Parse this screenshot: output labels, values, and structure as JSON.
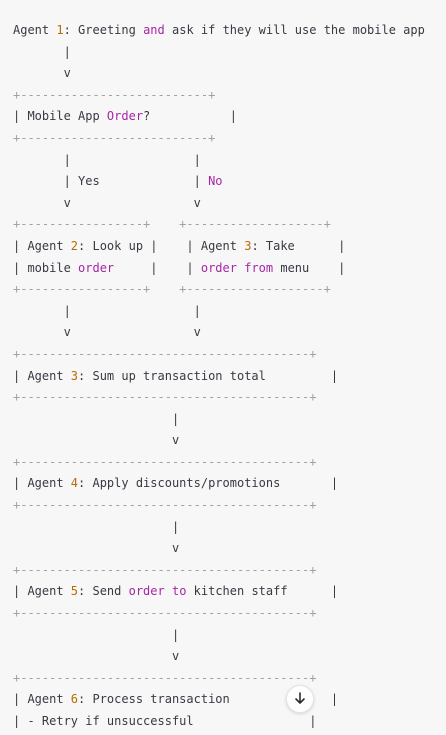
{
  "diagram": {
    "lines": [
      {
        "t": [
          [
            "Agent ",
            ""
          ],
          [
            "1",
            "num"
          ],
          [
            ": Greeting ",
            ""
          ],
          [
            "and",
            "kw"
          ],
          [
            " ask if they will use the mobile app",
            ""
          ]
        ]
      },
      {
        "t": [
          [
            "       |",
            ""
          ]
        ]
      },
      {
        "t": [
          [
            "       v",
            ""
          ]
        ]
      },
      {
        "t": [
          [
            "+--------------------------+",
            "dash"
          ]
        ]
      },
      {
        "t": [
          [
            "| Mobile App ",
            ""
          ],
          [
            "Order",
            "kw"
          ],
          [
            "?           |",
            ""
          ]
        ]
      },
      {
        "t": [
          [
            "+--------------------------+",
            "dash"
          ]
        ]
      },
      {
        "t": [
          [
            "       |                 |",
            ""
          ]
        ]
      },
      {
        "t": [
          [
            "       | Yes             | ",
            ""
          ],
          [
            "No",
            "kw"
          ]
        ]
      },
      {
        "t": [
          [
            "       v                 v",
            ""
          ]
        ]
      },
      {
        "t": [
          [
            "+-----------------+    +-------------------+",
            "dash"
          ]
        ]
      },
      {
        "t": [
          [
            "| Agent ",
            ""
          ],
          [
            "2",
            "num"
          ],
          [
            ": Look up |    | Agent ",
            ""
          ],
          [
            "3",
            "num"
          ],
          [
            ": Take      |",
            ""
          ]
        ]
      },
      {
        "t": [
          [
            "| mobile ",
            ""
          ],
          [
            "order",
            "kw"
          ],
          [
            "     |    | ",
            ""
          ],
          [
            "order",
            "kw"
          ],
          [
            " ",
            ""
          ],
          [
            "from",
            "kw"
          ],
          [
            " menu    |",
            ""
          ]
        ]
      },
      {
        "t": [
          [
            "+-----------------+    +-------------------+",
            "dash"
          ]
        ]
      },
      {
        "t": [
          [
            "       |                 |",
            ""
          ]
        ]
      },
      {
        "t": [
          [
            "       v                 v",
            ""
          ]
        ]
      },
      {
        "t": [
          [
            "+----------------------------------------+",
            "dash"
          ]
        ]
      },
      {
        "t": [
          [
            "| Agent ",
            ""
          ],
          [
            "3",
            "num"
          ],
          [
            ": Sum up transaction total         |",
            ""
          ]
        ]
      },
      {
        "t": [
          [
            "+----------------------------------------+",
            "dash"
          ]
        ]
      },
      {
        "t": [
          [
            "                      |",
            ""
          ]
        ]
      },
      {
        "t": [
          [
            "                      v",
            ""
          ]
        ]
      },
      {
        "t": [
          [
            "+----------------------------------------+",
            "dash"
          ]
        ]
      },
      {
        "t": [
          [
            "| Agent ",
            ""
          ],
          [
            "4",
            "num"
          ],
          [
            ": Apply discounts/promotions       |",
            ""
          ]
        ]
      },
      {
        "t": [
          [
            "+----------------------------------------+",
            "dash"
          ]
        ]
      },
      {
        "t": [
          [
            "                      |",
            ""
          ]
        ]
      },
      {
        "t": [
          [
            "                      v",
            ""
          ]
        ]
      },
      {
        "t": [
          [
            "+----------------------------------------+",
            "dash"
          ]
        ]
      },
      {
        "t": [
          [
            "| Agent ",
            ""
          ],
          [
            "5",
            "num"
          ],
          [
            ": Send ",
            ""
          ],
          [
            "order",
            "kw"
          ],
          [
            " ",
            ""
          ],
          [
            "to",
            "kw"
          ],
          [
            " kitchen staff      |",
            ""
          ]
        ]
      },
      {
        "t": [
          [
            "+----------------------------------------+",
            "dash"
          ]
        ]
      },
      {
        "t": [
          [
            "                      |",
            ""
          ]
        ]
      },
      {
        "t": [
          [
            "                      v",
            ""
          ]
        ]
      },
      {
        "t": [
          [
            "+----------------------------------------+",
            "dash"
          ]
        ]
      },
      {
        "t": [
          [
            "| Agent ",
            ""
          ],
          [
            "6",
            "num"
          ],
          [
            ": Process transaction              |",
            ""
          ]
        ]
      },
      {
        "t": [
          [
            "| - Retry if unsuccessful                |",
            ""
          ]
        ]
      }
    ]
  },
  "scroll_button": {
    "icon": "arrow-down-icon",
    "glyph": "↓"
  },
  "colors": {
    "background": "#f7f7f8",
    "text": "#383a42",
    "keyword": "#a626a4",
    "number": "#b76b01",
    "dashes": "#a0a1a7"
  }
}
